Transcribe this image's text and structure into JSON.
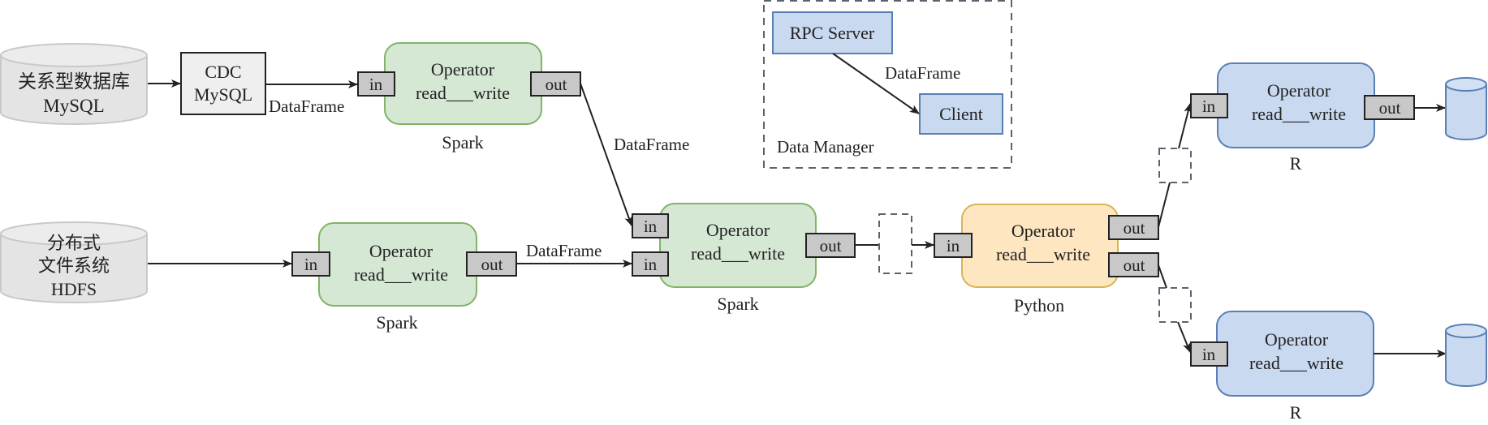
{
  "colors": {
    "spark_fill": "#d5e8d4",
    "spark_stroke": "#82b366",
    "python_fill": "#fde6c0",
    "python_stroke": "#d6b656",
    "r_fill": "#c9d9f0",
    "r_stroke": "#5a7fb5",
    "db_fill": "#e4e4e4",
    "db_stroke": "#c9c9c9",
    "port_fill": "#c8c8c8",
    "port_stroke": "#222222",
    "edge": "#222222",
    "dashed": "#5a6470",
    "cdc_fill": "#efefef"
  },
  "sources": {
    "mysql": {
      "line1": "关系型数据库",
      "line2": "MySQL"
    },
    "hdfs": {
      "line1": "分布式",
      "line2": "文件系统",
      "line3": "HDFS"
    }
  },
  "cdc": {
    "line1": "CDC",
    "line2": "MySQL"
  },
  "operator": {
    "title": "Operator",
    "subtitle": "read___write"
  },
  "ports": {
    "in": "in",
    "out": "out"
  },
  "engines": {
    "spark": "Spark",
    "python": "Python",
    "r": "R"
  },
  "edge_labels": {
    "cdc_to_spark": "DataFrame",
    "spark_top_to_mid": "DataFrame",
    "spark_bottom_to_mid": "DataFrame",
    "rpc_to_client": "DataFrame"
  },
  "data_manager": {
    "label": "Data Manager",
    "rpc_server": "RPC Server",
    "client": "Client"
  }
}
